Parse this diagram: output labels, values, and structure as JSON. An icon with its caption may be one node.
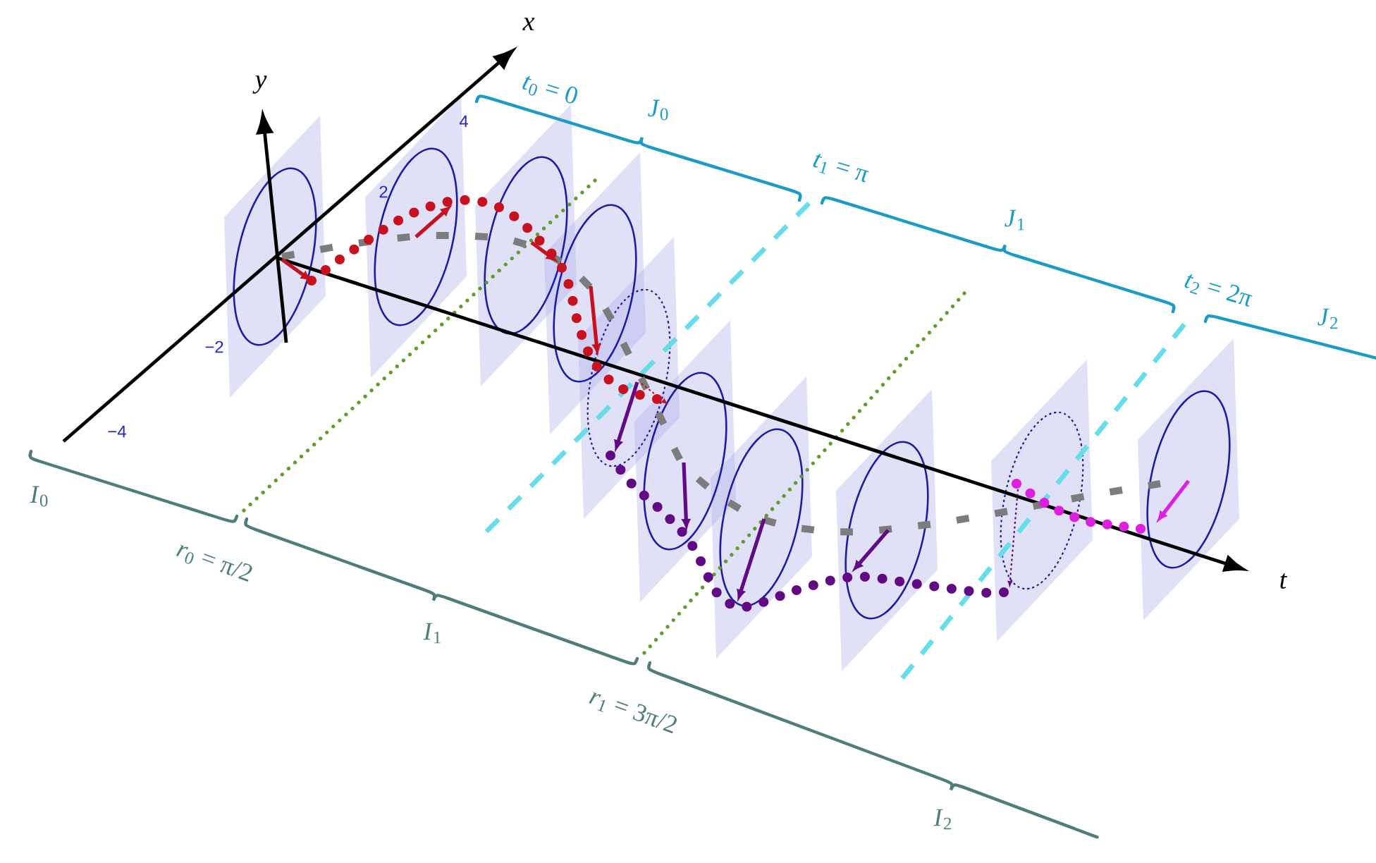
{
  "diagram": {
    "labels": [
      "x",
      "*t*$_{0}$ = 0",
      "y",
      "*J*$_{0}$",
      "4",
      "*t*$_{1}$ = π",
      "2",
      "*J*$_{1}$",
      "*t*$_{2}$ = 2π",
      "*J*$_{2}$",
      "−2",
      "−4",
      "*I*$_{0}$",
      "*r*$_{0}$ = π/2",
      "t",
      "*I*$_{1}$",
      "*r*$_{1}$ = 3π/2",
      "*I*$_{2}$"
    ]
  }
}
